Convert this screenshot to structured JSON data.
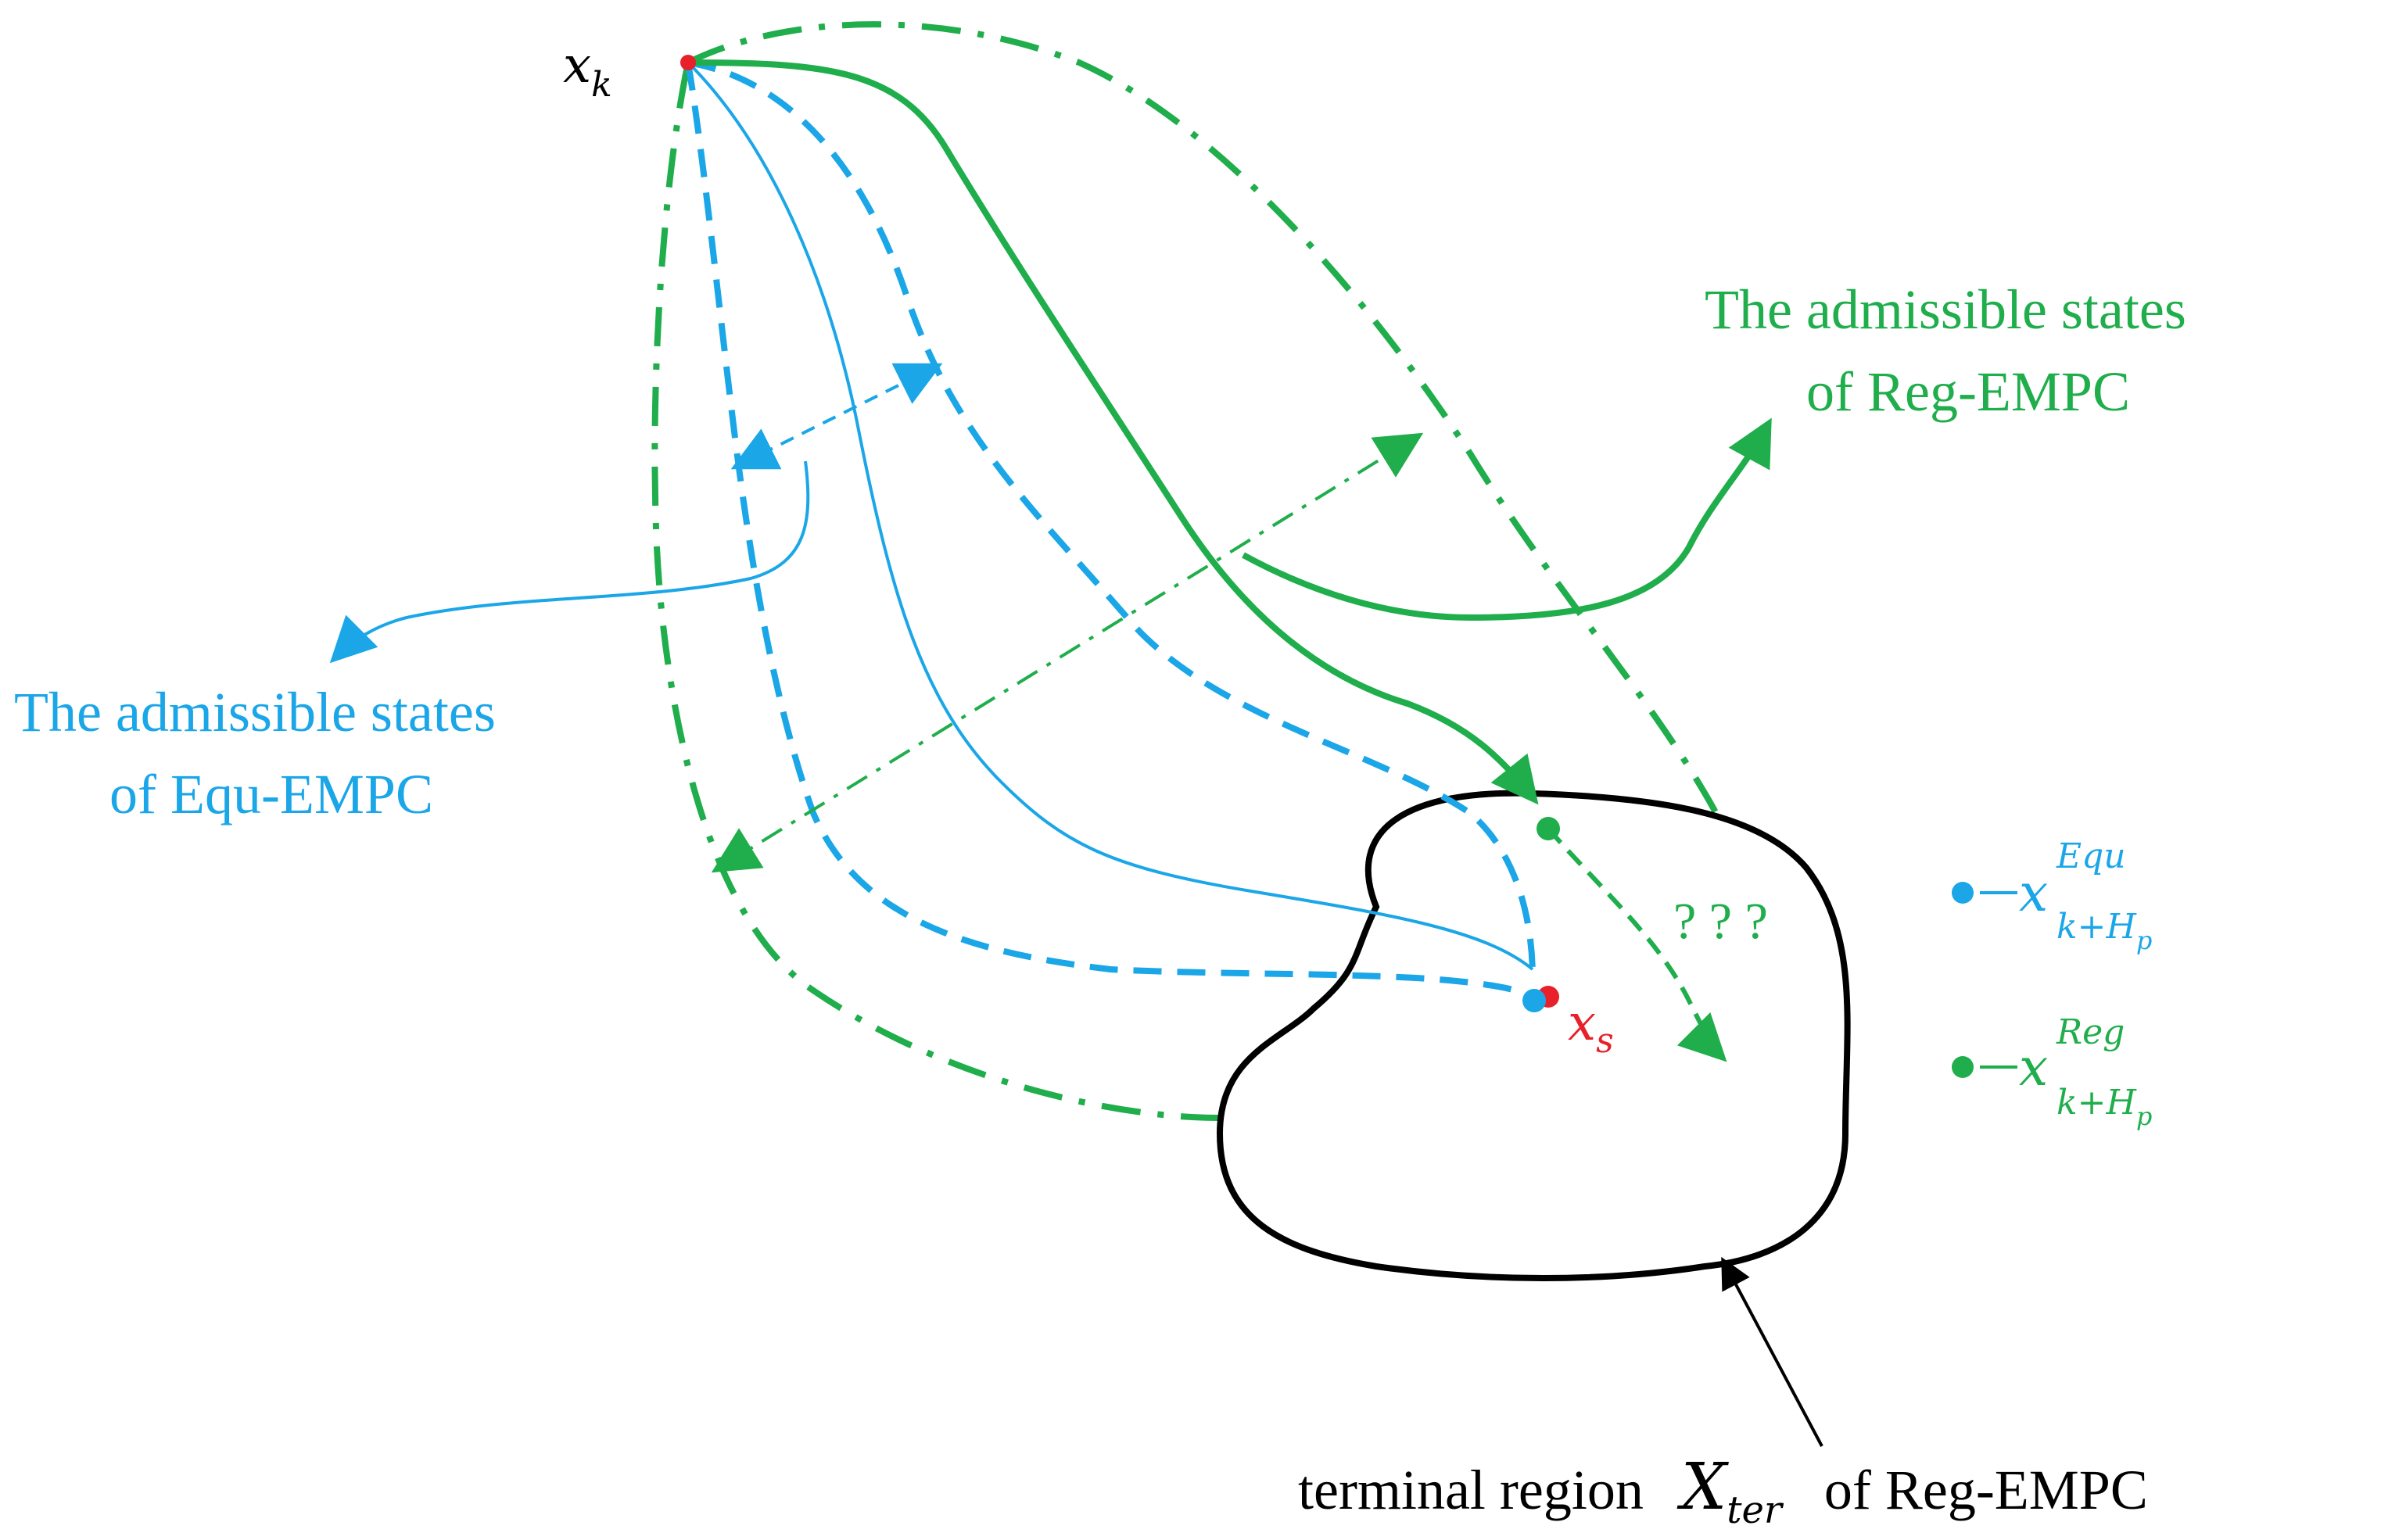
{
  "colors": {
    "blue": "#1ba6e8",
    "green": "#1fae4b",
    "black": "#000000",
    "red": "#e8202a"
  },
  "labels": {
    "xk_var": "x",
    "xk_sub": "k",
    "xs_var": "x",
    "xs_sub": "s",
    "reg_states_line1": "The admissible states",
    "reg_states_line2": "of Reg-EMPC",
    "equ_states_line1": "The admissible states",
    "equ_states_line2": "of Equ-EMPC",
    "question_marks": "? ? ?",
    "terminal_prefix": "terminal region",
    "terminal_var": "X",
    "terminal_sub": "ter",
    "terminal_suffix": "of Reg-EMPC"
  },
  "legend": [
    {
      "var": "x",
      "sup": "Equ",
      "sub": "k+H",
      "subsub": "p",
      "color": "#1ba6e8"
    },
    {
      "var": "x",
      "sup": "Reg",
      "sub": "k+H",
      "subsub": "p",
      "color": "#1fae4b"
    }
  ]
}
